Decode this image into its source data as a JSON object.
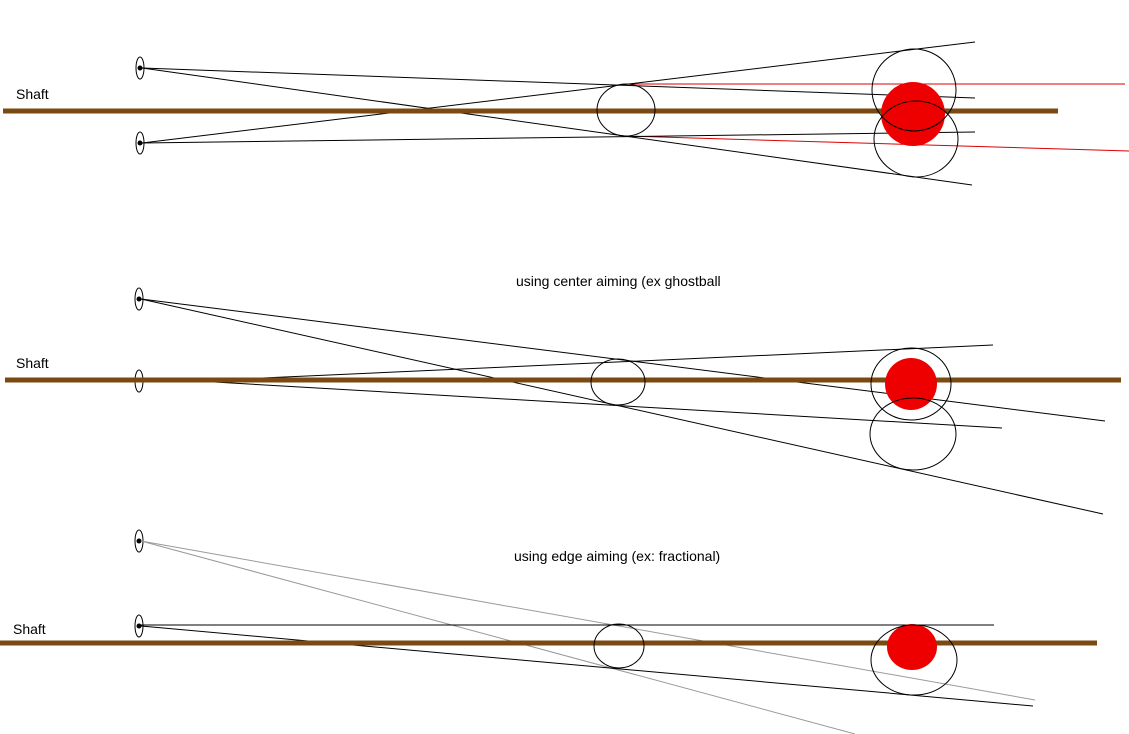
{
  "labels": {
    "shaft_top": "Shaft",
    "shaft_middle": "Shaft",
    "shaft_bottom": "Shaft",
    "caption_center": "using center aiming (ex ghostball",
    "caption_edge": "using edge aiming (ex: fractional)"
  },
  "colors": {
    "shaft": "#7b4a12",
    "object_ball": "#ee0000",
    "guide_line": "#000000",
    "red_line": "#dd0000",
    "grey_line": "#9a9a9a",
    "background": "#ffffff"
  }
}
